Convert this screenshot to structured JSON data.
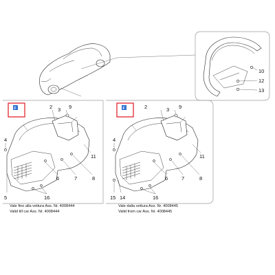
{
  "top_detail": {
    "callouts": [
      "10",
      "12",
      "13"
    ]
  },
  "left_panel": {
    "tag_letter": "F",
    "callouts": [
      "2",
      "3",
      "9",
      "11",
      "6",
      "7",
      "8",
      "4",
      "16",
      "5"
    ],
    "caption_line1": "Vale fino alla vettura Ass. Nr. 4008444",
    "caption_line2": "Valid till car Ass. Nr. 4008444"
  },
  "right_panel": {
    "tag_letter": "F",
    "callouts": [
      "2",
      "3",
      "9",
      "11",
      "6",
      "7",
      "8",
      "4",
      "16",
      "15",
      "14"
    ],
    "caption_line1": "Vale dalla vettura Ass. Nr. 4008445",
    "caption_line2": "Valid from car Ass. Nr. 4008445"
  },
  "colors": {
    "highlight_box": "#e0141e",
    "tag": "#2f6fd0",
    "frame": "#9a9a9a"
  }
}
